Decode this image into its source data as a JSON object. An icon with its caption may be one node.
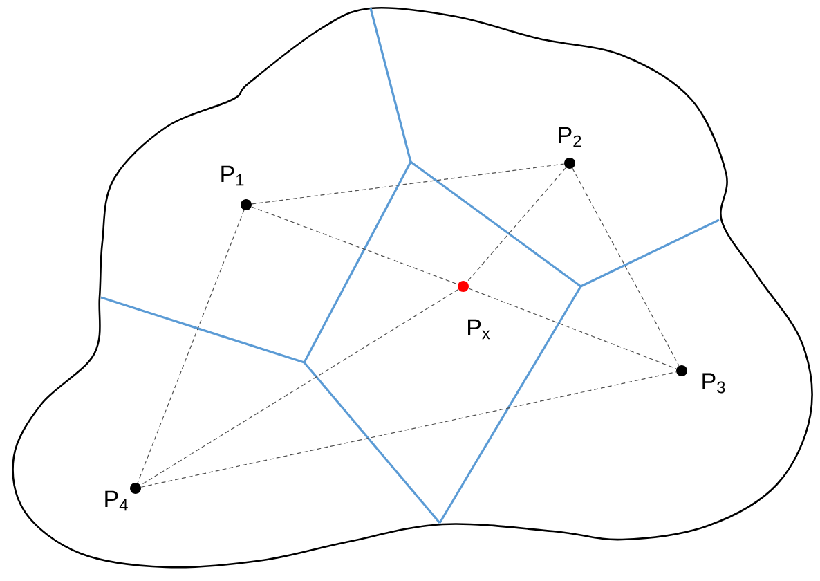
{
  "diagram": {
    "nodes": [
      {
        "text": [
          "P$_{1}$"
        ]
      },
      {
        "text": [
          "P$_{2}$"
        ]
      },
      {
        "text": [
          "P$_{x}$"
        ]
      },
      {
        "text": [
          "P$_{3}$"
        ]
      },
      {
        "text": [
          "P$_{4}$"
        ]
      }
    ],
    "edges": [
      {
        "from": 0,
        "to": 1,
        "arrow": "none",
        "style": "dashed"
      },
      {
        "from": 0,
        "to": 4,
        "arrow": "none",
        "style": "dashed"
      },
      {
        "from": 0,
        "to": 2,
        "arrow": "none",
        "style": "dashed"
      },
      {
        "from": 1,
        "to": 2,
        "arrow": "none",
        "style": "dashed"
      },
      {
        "from": 1,
        "to": 3,
        "arrow": "none",
        "style": "dashed"
      },
      {
        "from": 2,
        "to": 3,
        "arrow": "none",
        "style": "dashed"
      },
      {
        "from": 2,
        "to": 4,
        "arrow": "none",
        "style": "dashed"
      },
      {
        "from": 4,
        "to": 3,
        "arrow": "none",
        "style": "dashed"
      }
    ]
  }
}
